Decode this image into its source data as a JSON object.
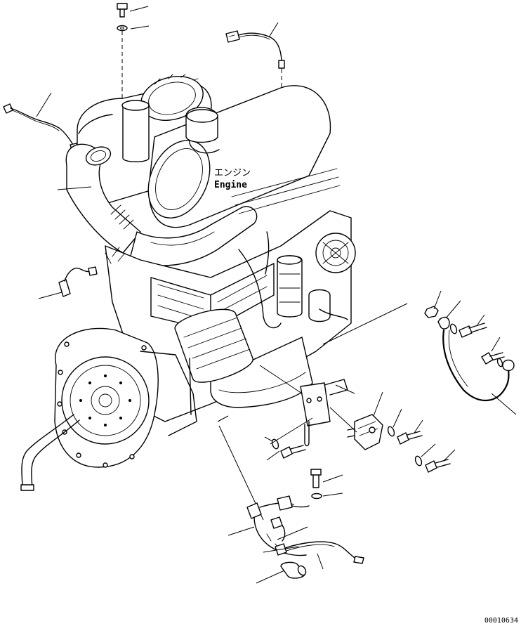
{
  "engine_label": {
    "japanese": "エンジン",
    "english": "Engine"
  },
  "drawing_number": "00010634"
}
